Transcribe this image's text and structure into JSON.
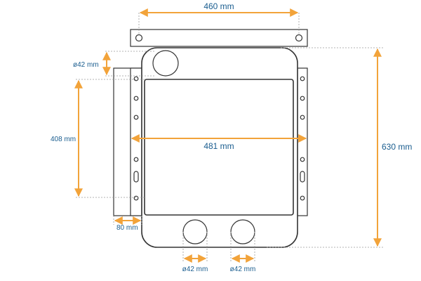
{
  "diagram": {
    "dimensions": {
      "top_width": "460 mm",
      "total_height": "630 mm",
      "panel_width": "481 mm",
      "side_height": "408 mm",
      "side_offset": "80 mm",
      "top_port": "ø42 mm",
      "bottom_port_left": "ø42 mm",
      "bottom_port_right": "ø42 mm"
    },
    "colors": {
      "dimension_arrow": "#f2a33a",
      "dimension_text": "#1a5d8f",
      "outline": "#333333"
    }
  }
}
